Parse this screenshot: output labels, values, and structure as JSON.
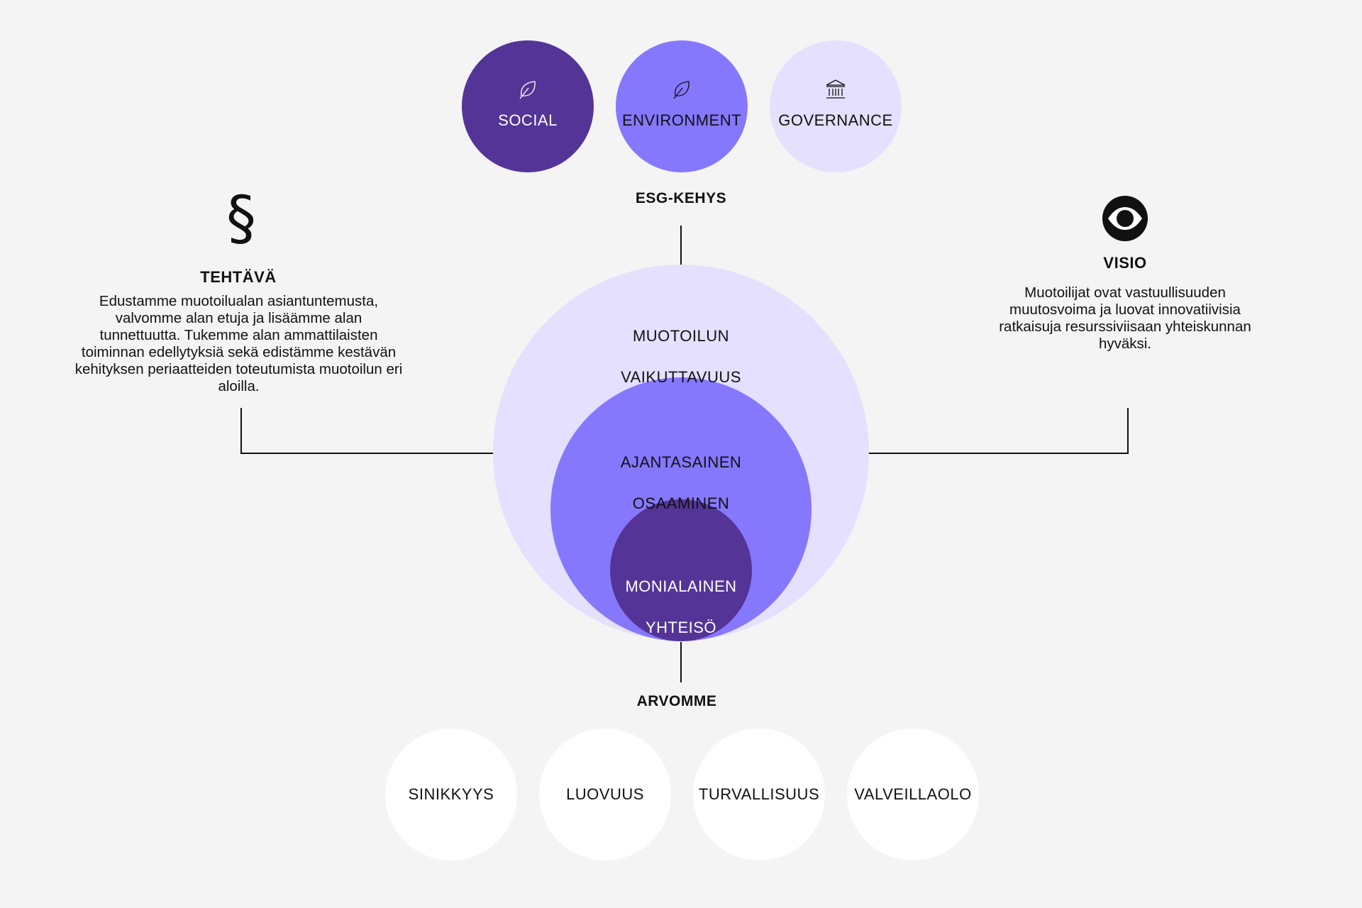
{
  "esg": {
    "items": [
      {
        "label": "SOCIAL",
        "icon": "leaf-icon",
        "color": "#553497",
        "text_color": "#ffffff"
      },
      {
        "label": "ENVIRONMENT",
        "icon": "leaf-icon",
        "color": "#8578fd",
        "text_color": "#111111"
      },
      {
        "label": "GOVERNANCE",
        "icon": "bank-icon",
        "color": "#e4e0fd",
        "text_color": "#111111"
      }
    ],
    "title": "ESG-KEHYS"
  },
  "mission": {
    "symbol": "§",
    "title": "TEHTÄVÄ",
    "text": "Edustamme muotoilualan asiantuntemusta, valvomme alan etuja ja lisäämme alan tunnettuutta. Tukemme alan ammattilaisten toiminnan edellytyksiä sekä edistämme kestävän kehityksen periaatteiden toteutumista muotoilun eri aloilla."
  },
  "vision": {
    "icon": "eye-icon",
    "title": "VISIO",
    "text": "Muotoilijat ovat vastuullisuuden muutosvoima ja luovat innovatiivisia ratkaisuja resurssiviisaan yhteiskunnan hyväksi."
  },
  "core": {
    "outer": {
      "line1": "MUOTOILUN",
      "line2": "VAIKUTTAVUUS",
      "color": "#e4e0fd"
    },
    "middle": {
      "line1": "AJANTASAINEN",
      "line2": "OSAAMINEN",
      "color": "#8578fd"
    },
    "inner": {
      "line1": "MONIALAINEN",
      "line2": "YHTEISÖ",
      "color": "#553497"
    }
  },
  "values": {
    "title": "ARVOMME",
    "items": [
      "SINIKKYYS",
      "LUOVUUS",
      "TURVALLISUUS",
      "VALVEILLAOLO"
    ]
  },
  "colors": {
    "background": "#f4f4f4",
    "line": "#111111"
  }
}
